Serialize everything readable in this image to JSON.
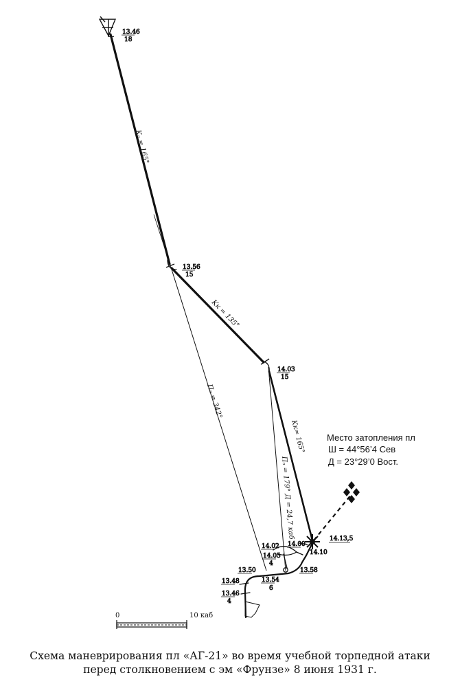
{
  "track_labels": {
    "t1346_top": {
      "time": "13.46",
      "num": "18"
    },
    "t1356": {
      "time": "13.56",
      "num": "15"
    },
    "t1403": {
      "time": "14.03",
      "num": "15"
    },
    "t14135": {
      "time": "14.13,5"
    },
    "t1410": {
      "time": "14.10"
    },
    "t1400": {
      "time": "14.00"
    },
    "t1402": {
      "time": "14.02"
    },
    "t1405": {
      "time": "14.05",
      "num": "4"
    },
    "t1358": {
      "time": "13.58"
    },
    "t1354": {
      "time": "13.54",
      "num": "6"
    },
    "t1350": {
      "time": "13.50"
    },
    "t1348": {
      "time": "13.48"
    },
    "t1346_bottom": {
      "time": "13.46",
      "num": "4"
    }
  },
  "course_labels": {
    "course_165_upper": "Kₙ = 165°",
    "course_135": "Kк = 135°",
    "course_165_lower": "Kк= 165°",
    "bearing_342": "Пₙ = 342°",
    "bearing_179": "Пₙ = 179° Д = 24,7 каб"
  },
  "sinking_site": {
    "title": "Место затопления пл",
    "lat": "Ш = 44°56’4 Сев",
    "lon": "Д = 23°29’0 Вост."
  },
  "scale_bar": {
    "start_label": "0",
    "end_label": "10 каб"
  },
  "caption": {
    "line1": "Схема маневрирования пл «АГ-21» во время учебной торпедной атаки",
    "line2": "перед столкновением с эм «Фрунзе» 8 июня 1931 г."
  },
  "colors": {
    "ink": "#111111",
    "paper": "#ffffff"
  }
}
